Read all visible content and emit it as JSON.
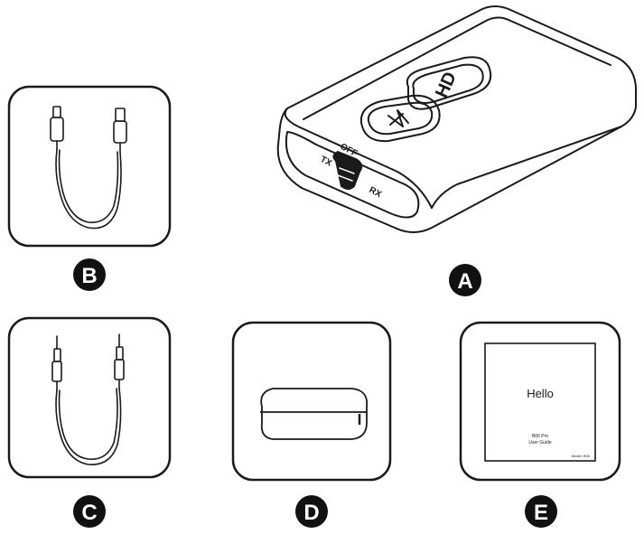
{
  "device": {
    "hd_text": "HD",
    "switch_labels": {
      "left": "TX",
      "center": "OFF",
      "right": "RX"
    }
  },
  "item_labels": {
    "a": "A",
    "b": "B",
    "c": "C",
    "d": "D",
    "e": "E"
  },
  "guide": {
    "title": "Hello",
    "model": "B06 Pro",
    "subtitle": "User Guide",
    "footer": "Model: B06"
  },
  "colors": {
    "stroke": "#1a1a1a",
    "badge_fill": "#111111",
    "badge_text": "#ffffff",
    "panel_fill": "#ffffff"
  }
}
